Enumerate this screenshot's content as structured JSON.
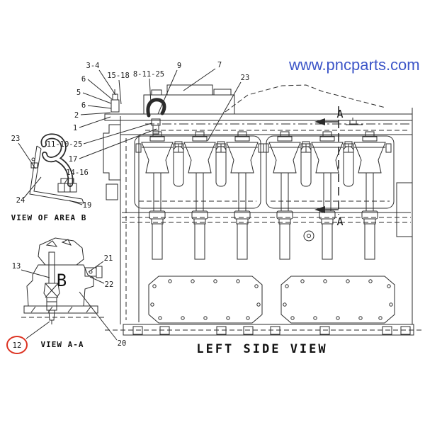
{
  "watermark": {
    "text": "www.pncparts.com",
    "color": "#3d56c8"
  },
  "main_view": {
    "caption": "LEFT SIDE VIEW",
    "section_marker": "A"
  },
  "detail_views": [
    {
      "caption": "VIEW OF AREA B"
    },
    {
      "caption": "VIEW A-A",
      "area_letter": "B"
    }
  ],
  "highlight": {
    "color": "#dd3322",
    "circled_callout": "12"
  },
  "callouts": [
    {
      "text": "3-4"
    },
    {
      "text": "15-18"
    },
    {
      "text": "8-11-25"
    },
    {
      "text": "9"
    },
    {
      "text": "7"
    },
    {
      "text": "23"
    },
    {
      "text": "6"
    },
    {
      "text": "5"
    },
    {
      "text": "6"
    },
    {
      "text": "2"
    },
    {
      "text": "1"
    },
    {
      "text": "11-10-25"
    },
    {
      "text": "17"
    },
    {
      "text": "23"
    },
    {
      "text": "24"
    },
    {
      "text": "19"
    },
    {
      "text": "14-16"
    },
    {
      "text": "13"
    },
    {
      "text": "21"
    },
    {
      "text": "22"
    },
    {
      "text": "20"
    },
    {
      "text": "12"
    }
  ]
}
